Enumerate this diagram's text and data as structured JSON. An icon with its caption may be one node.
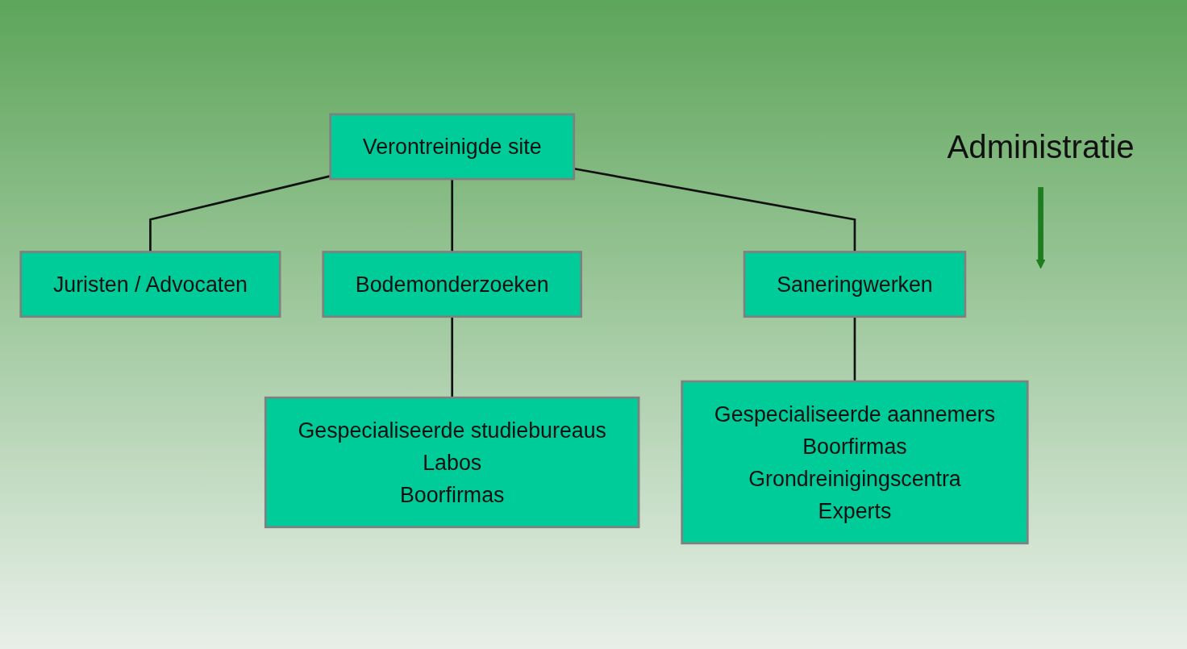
{
  "diagram": {
    "nodes": [
      {
        "text": [
          "Verontreinigde site"
        ]
      },
      {
        "text": [
          "Juristen / Advocaten"
        ]
      },
      {
        "text": [
          "Bodemonderzoeken"
        ]
      },
      {
        "text": [
          "Saneringwerken"
        ]
      },
      {
        "text": [
          "Gespecialiseerde studiebureaus",
          "Labos",
          "Boorfirmas"
        ]
      },
      {
        "text": [
          "Gespecialiseerde aannemers",
          "Boorfirmas",
          "Grondreinigingscentra",
          "Experts"
        ]
      },
      {
        "text": [
          "Administratie"
        ]
      }
    ],
    "edges": [
      {
        "from": 0,
        "to": 1,
        "arrow": "none"
      },
      {
        "from": 0,
        "to": 2,
        "arrow": "none"
      },
      {
        "from": 0,
        "to": 3,
        "arrow": "none"
      },
      {
        "from": 2,
        "to": 4,
        "arrow": "none"
      },
      {
        "from": 3,
        "to": 5,
        "arrow": "none"
      },
      {
        "from": 6,
        "to": null,
        "arrow": "to",
        "style": "thick",
        "color": "#1e7d1e"
      }
    ]
  }
}
